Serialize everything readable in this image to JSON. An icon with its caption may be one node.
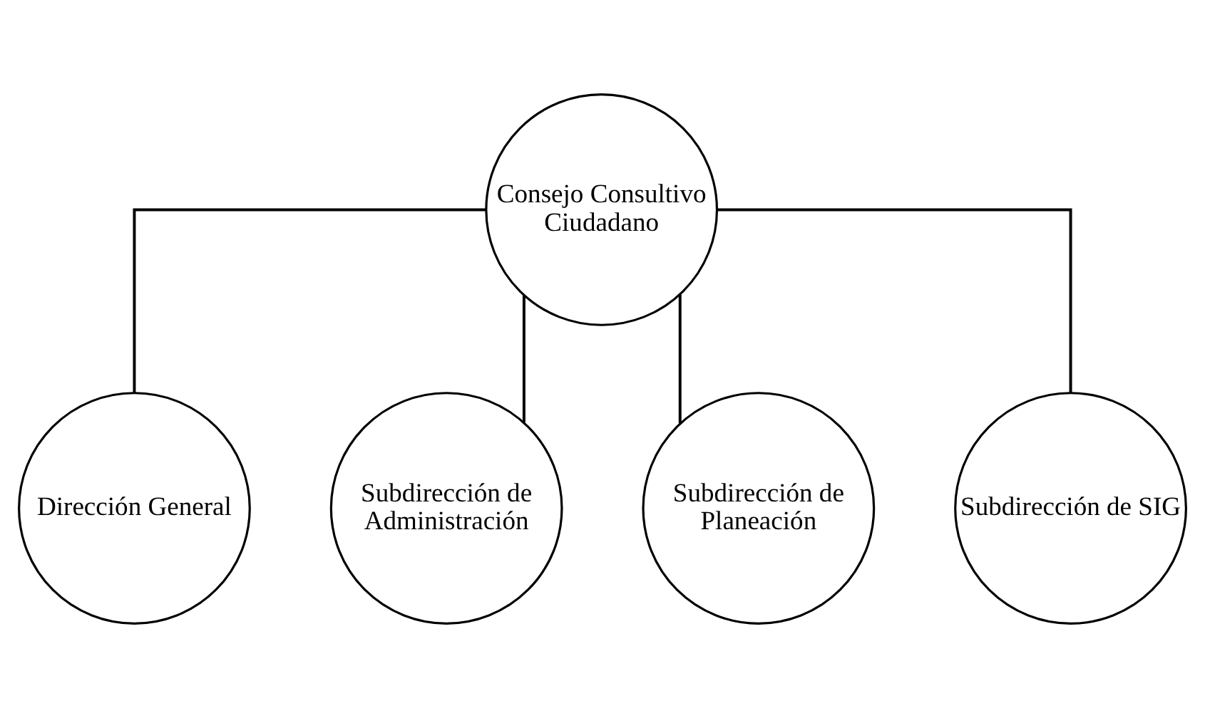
{
  "diagram": {
    "nodes": [
      {
        "text": [
          "Consejo Consultivo Ciudadano"
        ]
      },
      {
        "text": [
          "Dirección General"
        ]
      },
      {
        "text": [
          "Subdirección de Administración"
        ]
      },
      {
        "text": [
          "Subdirección de Planeación"
        ]
      },
      {
        "text": [
          "Subdirección de SIG"
        ]
      }
    ],
    "edges": [
      {
        "from": 0,
        "to": 1,
        "arrow": "none"
      },
      {
        "from": 0,
        "to": 2,
        "arrow": "none"
      },
      {
        "from": 0,
        "to": 3,
        "arrow": "none"
      },
      {
        "from": 0,
        "to": 4,
        "arrow": "none"
      }
    ]
  }
}
